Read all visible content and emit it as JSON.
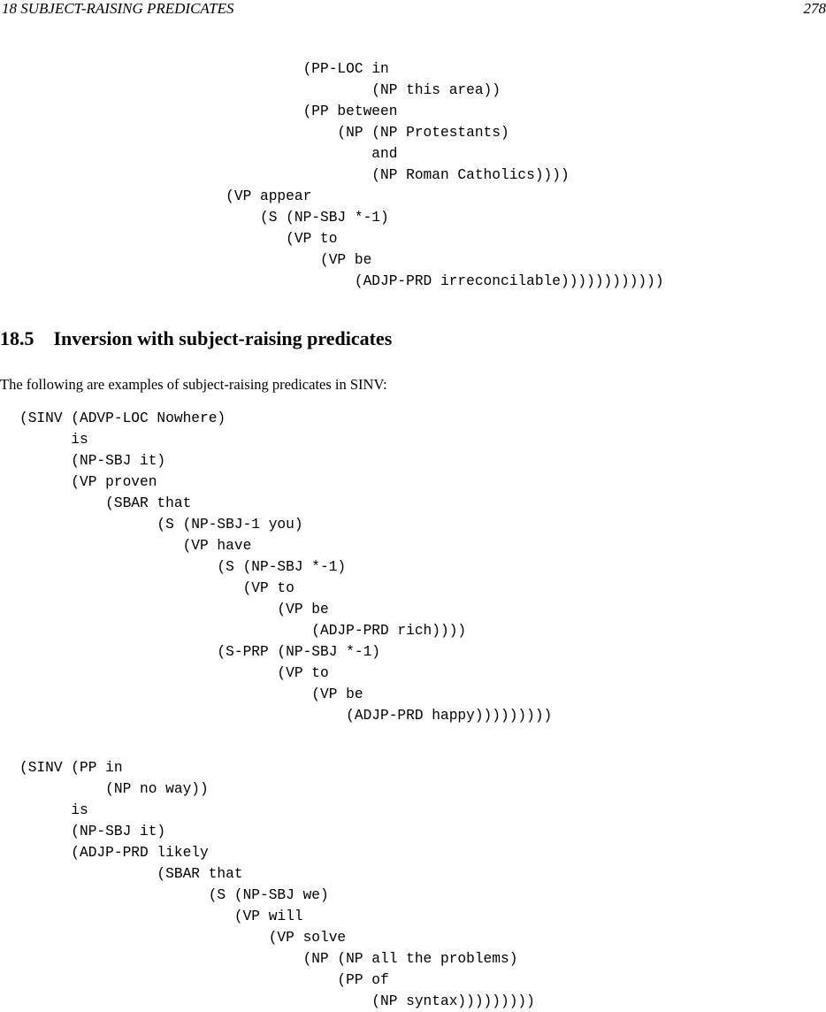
{
  "header": {
    "running_title": "18   SUBJECT-RAISING PREDICATES",
    "page_number": "278"
  },
  "top_example": {
    "lines": [
      "                                 (PP-LOC in",
      "                                         (NP this area))",
      "                                 (PP between",
      "                                     (NP (NP Protestants)",
      "                                         and",
      "                                         (NP Roman Catholics))))",
      "                        (VP appear",
      "                            (S (NP-SBJ *-1)",
      "                               (VP to",
      "                                   (VP be",
      "                                       (ADJP-PRD irreconcilable))))))))))))"
    ]
  },
  "section": {
    "number": "18.5",
    "title": "Inversion with subject-raising predicates"
  },
  "intro_text": "The following are examples of subject-raising predicates in SINV:",
  "example_1": {
    "lines": [
      "(SINV (ADVP-LOC Nowhere)",
      "      is",
      "      (NP-SBJ it)",
      "      (VP proven",
      "          (SBAR that",
      "                (S (NP-SBJ-1 you)",
      "                   (VP have",
      "                       (S (NP-SBJ *-1)",
      "                          (VP to",
      "                              (VP be",
      "                                  (ADJP-PRD rich))))",
      "                       (S-PRP (NP-SBJ *-1)",
      "                              (VP to",
      "                                  (VP be",
      "                                      (ADJP-PRD happy)))))))))"
    ]
  },
  "example_2": {
    "lines": [
      "(SINV (PP in",
      "          (NP no way))",
      "      is",
      "      (NP-SBJ it)",
      "      (ADJP-PRD likely",
      "                (SBAR that",
      "                      (S (NP-SBJ we)",
      "                         (VP will",
      "                             (VP solve",
      "                                 (NP (NP all the problems)",
      "                                     (PP of",
      "                                         (NP syntax)))))))))"
    ]
  }
}
